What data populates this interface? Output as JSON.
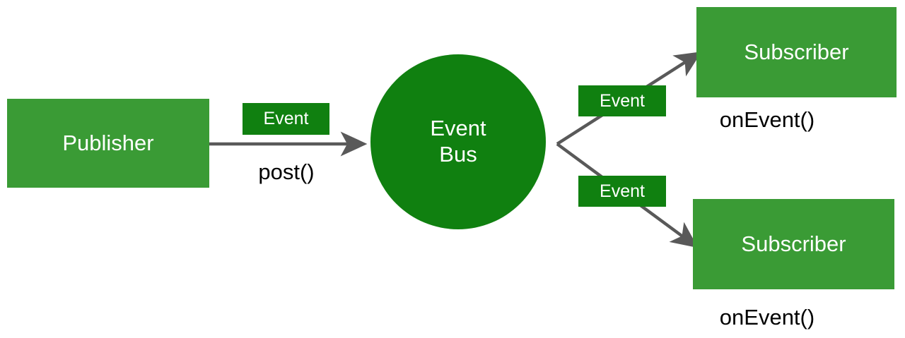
{
  "diagram": {
    "title": "Event Bus publish-subscribe diagram",
    "colors": {
      "box_green": "#3a9b35",
      "chip_green": "#108010",
      "arrow_gray": "#595959",
      "background": "#ffffff",
      "node_text": "#ffffff",
      "label_text": "#000000"
    },
    "nodes": {
      "publisher": {
        "label": "Publisher"
      },
      "event_bus": {
        "line1": "Event",
        "line2": "Bus"
      },
      "subscriber_top": {
        "label": "Subscriber"
      },
      "subscriber_bottom": {
        "label": "Subscriber"
      }
    },
    "chips": {
      "event_post": {
        "label": "Event"
      },
      "event_top": {
        "label": "Event"
      },
      "event_bottom": {
        "label": "Event"
      }
    },
    "labels": {
      "post": "post()",
      "onevent_top": "onEvent()",
      "onevent_bottom": "onEvent()"
    },
    "edges": [
      {
        "name": "publisher-to-eventbus",
        "from": "publisher",
        "to": "event_bus",
        "label": "post()",
        "chip": "Event"
      },
      {
        "name": "eventbus-to-subscriber-top",
        "from": "event_bus",
        "to": "subscriber_top",
        "label": "onEvent()",
        "chip": "Event"
      },
      {
        "name": "eventbus-to-subscriber-bottom",
        "from": "event_bus",
        "to": "subscriber_bottom",
        "label": "onEvent()",
        "chip": "Event"
      }
    ]
  }
}
